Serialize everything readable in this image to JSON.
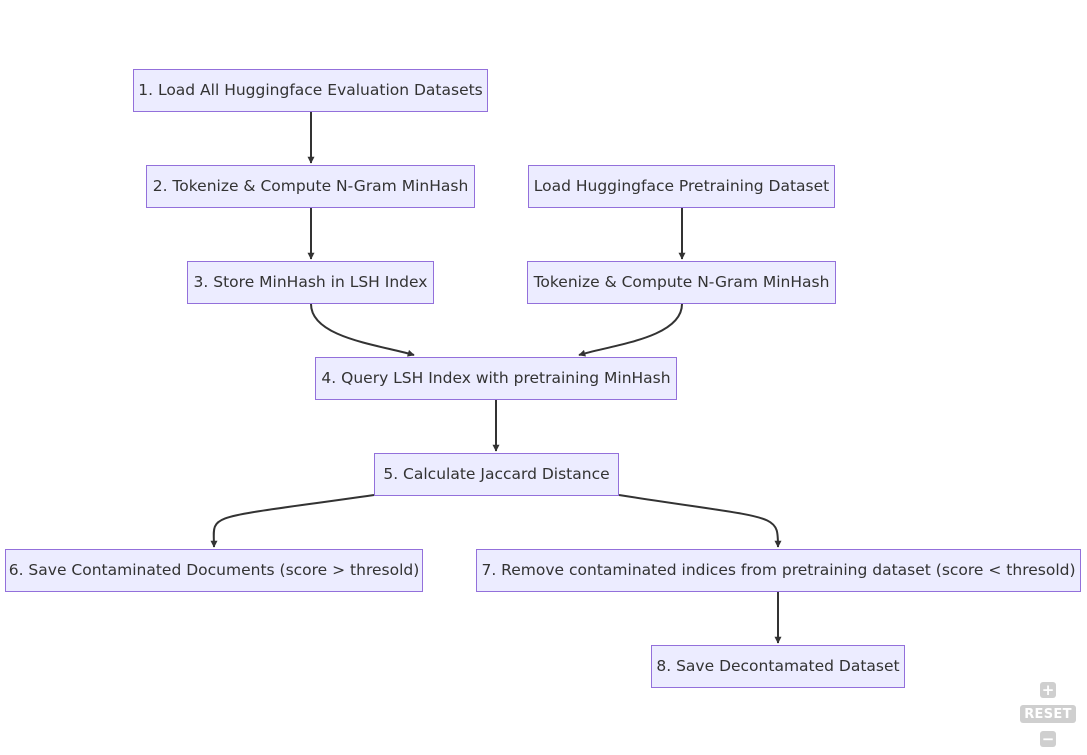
{
  "diagram": {
    "nodes": [
      {
        "id": "n1",
        "label": "1. Load All Huggingface Evaluation Datasets"
      },
      {
        "id": "n2",
        "label": "2. Tokenize & Compute N-Gram MinHash"
      },
      {
        "id": "n3",
        "label": "3. Store MinHash in LSH Index"
      },
      {
        "id": "p1",
        "label": "Load Huggingface Pretraining Dataset"
      },
      {
        "id": "p2",
        "label": "Tokenize & Compute N-Gram MinHash"
      },
      {
        "id": "n4",
        "label": "4. Query LSH Index with pretraining MinHash"
      },
      {
        "id": "n5",
        "label": "5. Calculate Jaccard Distance"
      },
      {
        "id": "n6",
        "label": "6. Save Contaminated Documents (score > thresold)"
      },
      {
        "id": "n7",
        "label": "7. Remove contaminated indices from pretraining dataset (score < thresold)"
      },
      {
        "id": "n8",
        "label": "8. Save Decontamated Dataset"
      }
    ],
    "edges": [
      {
        "from": "n1",
        "to": "n2"
      },
      {
        "from": "n2",
        "to": "n3"
      },
      {
        "from": "p1",
        "to": "p2"
      },
      {
        "from": "n3",
        "to": "n4"
      },
      {
        "from": "p2",
        "to": "n4"
      },
      {
        "from": "n4",
        "to": "n5"
      },
      {
        "from": "n5",
        "to": "n6"
      },
      {
        "from": "n5",
        "to": "n7"
      },
      {
        "from": "n7",
        "to": "n8"
      }
    ],
    "colors": {
      "node_fill": "#ECECFF",
      "node_border": "#9370DB",
      "node_text": "#333333",
      "edge": "#333333"
    }
  },
  "controls": {
    "zoom_in_icon": "plus-icon",
    "zoom_in_glyph": "+",
    "reset_label": "RESET",
    "zoom_out_icon": "minus-icon",
    "zoom_out_glyph": "−"
  }
}
